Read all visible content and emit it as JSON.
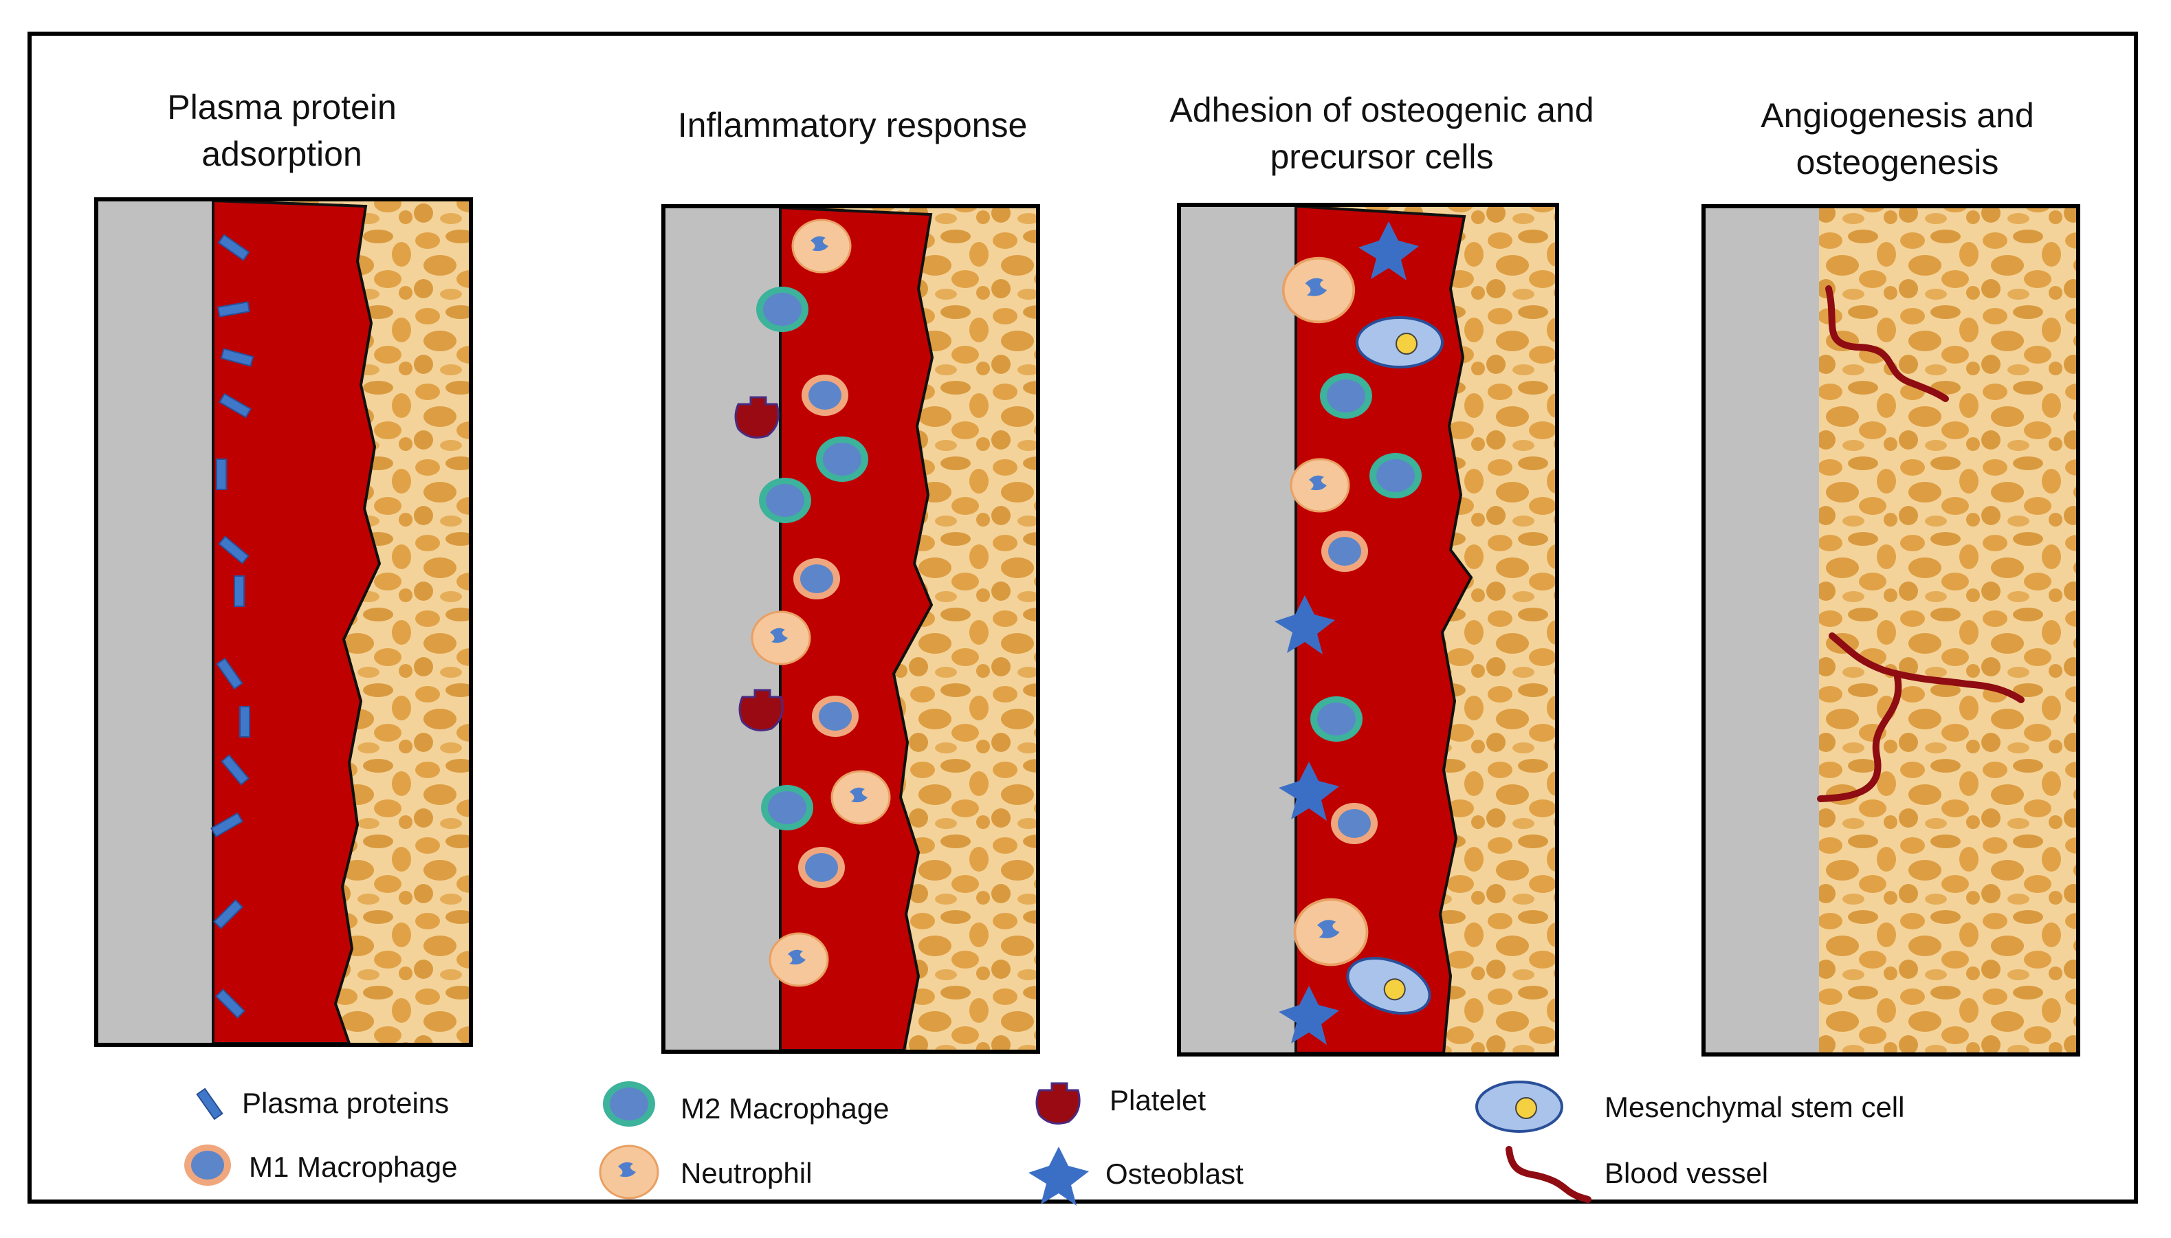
{
  "panels": [
    {
      "title_line1": "Plasma protein",
      "title_line2": "adsorption"
    },
    {
      "title_line1": "Inflammatory response",
      "title_line2": ""
    },
    {
      "title_line1": "Adhesion of osteogenic and",
      "title_line2": "precursor cells"
    },
    {
      "title_line1": "Angiogenesis and",
      "title_line2": "osteogenesis"
    }
  ],
  "legend": {
    "plasma_proteins": "Plasma proteins",
    "m1_macrophage": "M1 Macrophage",
    "m2_macrophage": "M2 Macrophage",
    "neutrophil": "Neutrophil",
    "platelet": "Platelet",
    "osteoblast": "Osteoblast",
    "mesenchymal_stem_cell": "Mesenchymal stem cell",
    "blood_vessel": "Blood vessel"
  },
  "colors": {
    "implant": "#c0c0c0",
    "blood": "#bf0000",
    "bone_base": "#f3d39a",
    "bone_pore": "#e1a247",
    "protein": "#3f78c9",
    "cell_nucleus": "#5c86c9",
    "m1_ring": "#f0a77e",
    "m2_ring": "#3cb39a",
    "neutrophil_body": "#f6c79a",
    "platelet": "#9a0a12",
    "osteoblast": "#3b6fc6",
    "msc_body": "#a9c3ea",
    "msc_nucleus": "#f5d040",
    "vessel": "#8e0c12"
  }
}
